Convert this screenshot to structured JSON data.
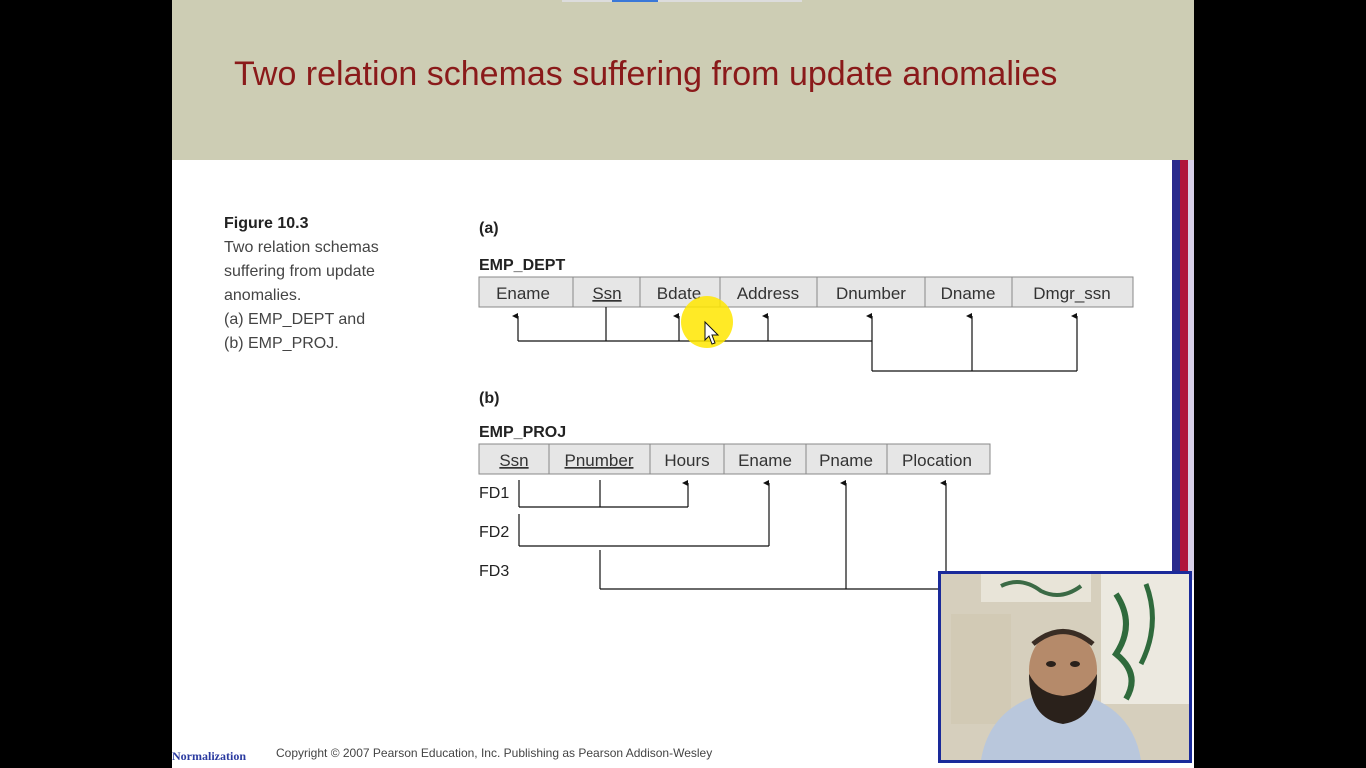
{
  "slide": {
    "title": "Two relation schemas suffering from update anomalies",
    "caption": {
      "figure_label": "Figure 10.3",
      "lines": [
        "Two relation schemas",
        "suffering from update",
        "anomalies.",
        "(a) EMP_DEPT and",
        "(b) EMP_PROJ."
      ]
    },
    "part_a": {
      "marker": "(a)",
      "relation_name": "EMP_DEPT",
      "attributes": [
        "Ename",
        "Ssn",
        "Bdate",
        "Address",
        "Dnumber",
        "Dname",
        "Dmgr_ssn"
      ],
      "key_attributes": [
        "Ssn"
      ]
    },
    "part_b": {
      "marker": "(b)",
      "relation_name": "EMP_PROJ",
      "attributes": [
        "Ssn",
        "Pnumber",
        "Hours",
        "Ename",
        "Pname",
        "Plocation"
      ],
      "key_attributes": [
        "Ssn",
        "Pnumber"
      ],
      "fd_labels": [
        "FD1",
        "FD2",
        "FD3"
      ]
    },
    "footer": {
      "section_label": "Normalization",
      "copyright": "Copyright © 2007 Pearson Education, Inc. Publishing as Pearson Addison-Wesley"
    }
  },
  "webcam": {
    "icon": "presenter-video-icon"
  },
  "colors": {
    "title": "#8a1a1a",
    "header_bg": "#cdcdb4",
    "cursor_highlight": "#ffe600"
  }
}
